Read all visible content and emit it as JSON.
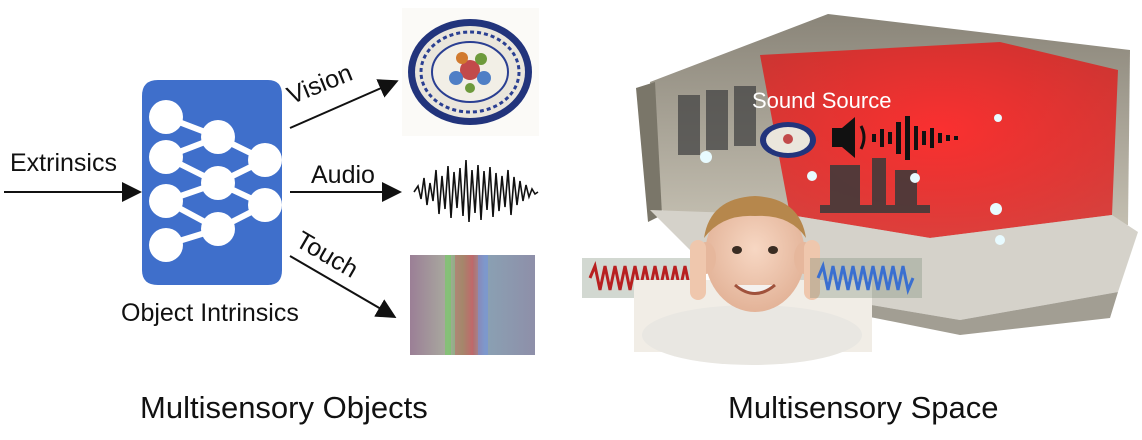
{
  "left_panel": {
    "input_label": "Extrinsics",
    "network_label": "Object Intrinsics",
    "outputs": [
      {
        "label": "Vision",
        "icon": "plate-image"
      },
      {
        "label": "Audio",
        "icon": "waveform"
      },
      {
        "label": "Touch",
        "icon": "tactile-image"
      }
    ],
    "caption": "Multisensory Objects"
  },
  "right_panel": {
    "sound_source_label": "Sound Source",
    "caption": "Multisensory Space"
  },
  "colors": {
    "network_blue": "#3f6fcb",
    "room_red": "#e01616",
    "wave_left": "#b82020",
    "wave_right": "#3a6fd0"
  }
}
